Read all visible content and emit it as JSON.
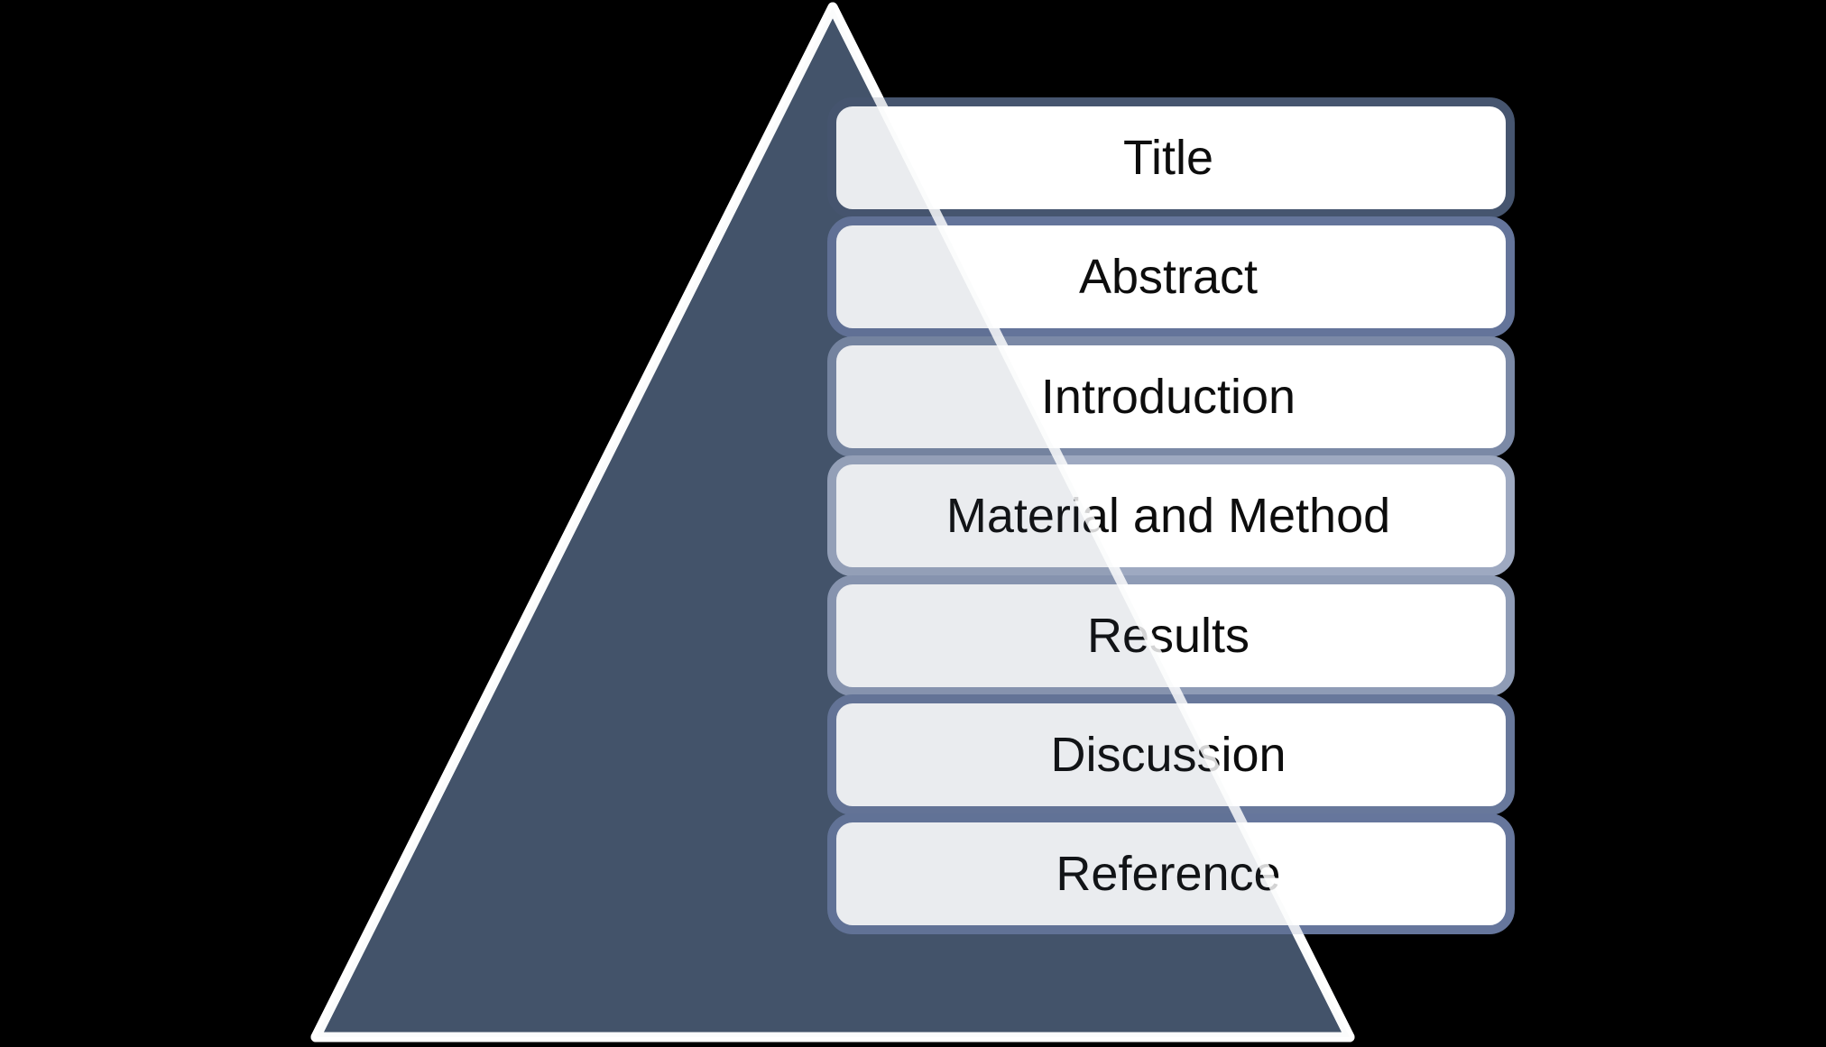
{
  "diagram": {
    "type": "pyramid-list",
    "background_color": "#000000",
    "pyramid": {
      "fill": "#44546A",
      "outline_color": "#FFFFFF"
    },
    "box_fill": "#FFFFFF",
    "box_inner_highlight": "#FFFFFF",
    "box_overlap_tint": "#ECEEF3",
    "text_color": "#0D0D0D",
    "items": [
      {
        "label": "Title",
        "border_color": "#46556F"
      },
      {
        "label": "Abstract",
        "border_color": "#64749A"
      },
      {
        "label": "Introduction",
        "border_color": "#7B89A6"
      },
      {
        "label": "Material and Method",
        "border_color": "#9EA9C1"
      },
      {
        "label": "Results",
        "border_color": "#8F9CB6"
      },
      {
        "label": "Discussion",
        "border_color": "#68789B"
      },
      {
        "label": "Reference",
        "border_color": "#66769C"
      }
    ]
  }
}
